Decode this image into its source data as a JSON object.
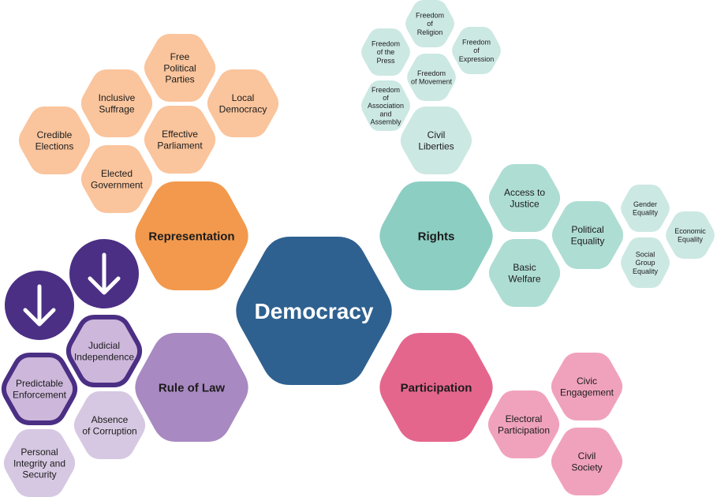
{
  "colors": {
    "center": "#2E6190",
    "representation_main": "#F2994D",
    "representation_light": "#FAC49C",
    "rights_main": "#8CCEC2",
    "rights_light": "#AEDDD3",
    "rights_pale": "#CCE8E3",
    "rule_main": "#A889C1",
    "rule_light": "#CDB7DB",
    "rule_pale": "#D6C8E2",
    "participation_main": "#E5668D",
    "participation_light": "#F0A2BD",
    "decline_purple": "#4B2F84",
    "text_dark": "#1C1C1C",
    "text_white": "#FFFFFF"
  },
  "center": {
    "label": "Democracy"
  },
  "representation": {
    "label": "Representation",
    "children": [
      {
        "label": "Credible\nElections"
      },
      {
        "label": "Inclusive\nSuffrage"
      },
      {
        "label": "Free\nPolitical\nParties"
      },
      {
        "label": "Local\nDemocracy"
      },
      {
        "label": "Effective\nParliament"
      },
      {
        "label": "Elected\nGovernment"
      }
    ]
  },
  "rights": {
    "label": "Rights",
    "children": [
      {
        "label": "Civil\nLiberties"
      },
      {
        "label": "Access to\nJustice"
      },
      {
        "label": "Basic\nWelfare"
      },
      {
        "label": "Political\nEquality"
      }
    ],
    "civil_liberties_sub": [
      {
        "label": "Freedom\nof\nReligion"
      },
      {
        "label": "Freedom\nof the\nPress"
      },
      {
        "label": "Freedom\nof\nExpression"
      },
      {
        "label": "Freedom\nof Movement"
      },
      {
        "label": "Freedom\nof\nAssociation\nand\nAssembly"
      }
    ],
    "political_equality_sub": [
      {
        "label": "Gender\nEquality"
      },
      {
        "label": "Economic\nEquality"
      },
      {
        "label": "Social\nGroup\nEquality"
      }
    ]
  },
  "rule_of_law": {
    "label": "Rule of Law",
    "children": [
      {
        "label": "Judicial\nIndependence"
      },
      {
        "label": "Predictable\nEnforcement"
      },
      {
        "label": "Absence\nof Corruption"
      },
      {
        "label": "Personal\nIntegrity and\nSecurity"
      }
    ]
  },
  "participation": {
    "label": "Participation",
    "children": [
      {
        "label": "Civic\nEngagement"
      },
      {
        "label": "Electoral\nParticipation"
      },
      {
        "label": "Civil\nSociety"
      }
    ]
  },
  "decline_indicators": [
    {
      "icon": "down-arrow-icon"
    },
    {
      "icon": "down-arrow-icon"
    }
  ]
}
